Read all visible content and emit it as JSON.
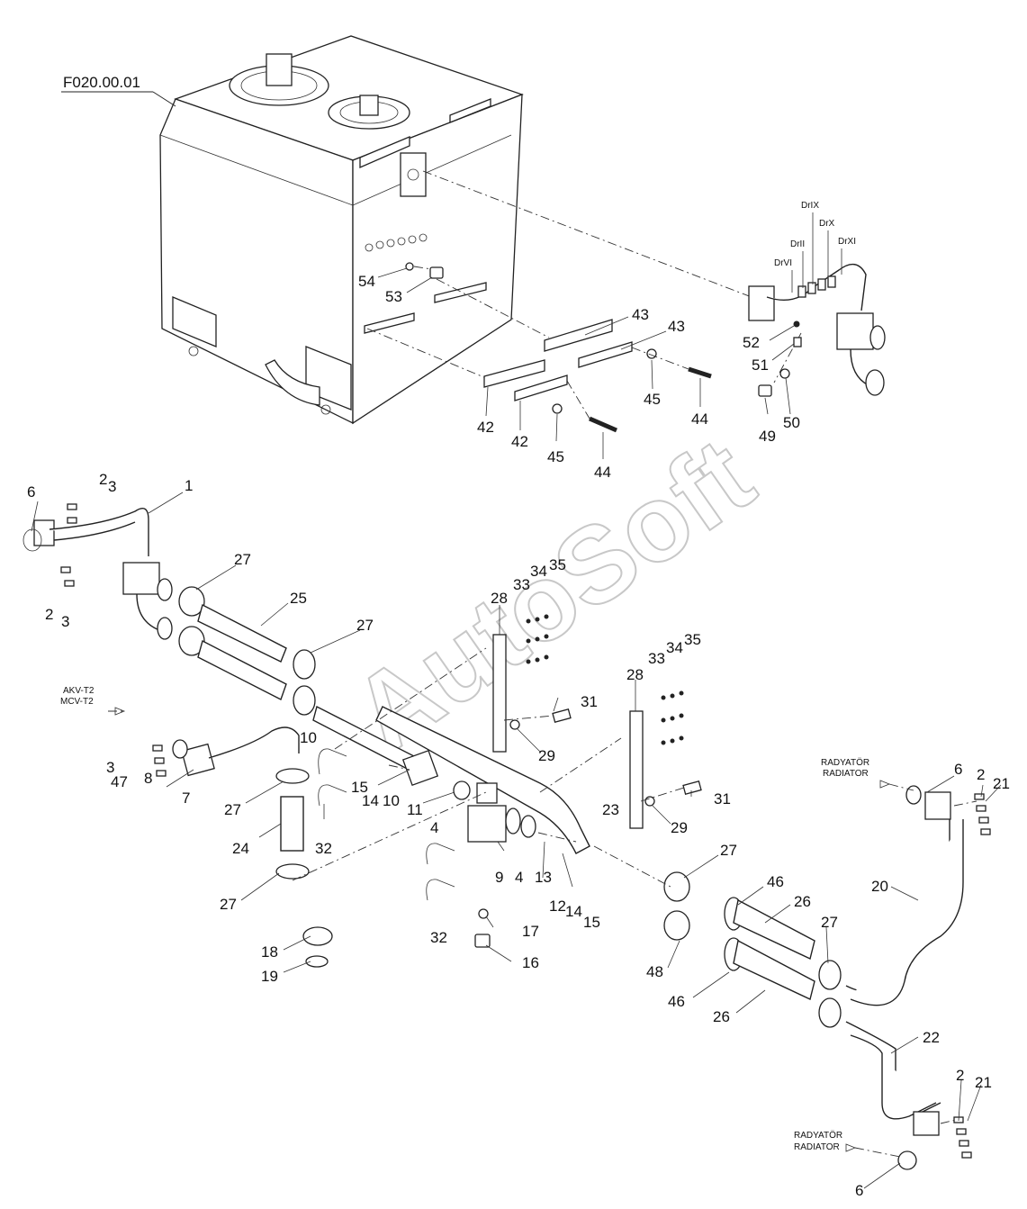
{
  "reference": "F020.00.01",
  "watermark": "AutoSoft",
  "small_labels": {
    "drix": "DrIX",
    "drii": "DrII",
    "drx": "DrX",
    "drxi": "DrXI",
    "drvi": "DrVI",
    "akv": "AKV-T2",
    "mcv": "MCV-T2",
    "radyator_tr": "RADYATÖR",
    "radiator_en": "RADIATOR"
  },
  "callouts": [
    {
      "id": "c54",
      "text": "54"
    },
    {
      "id": "c53",
      "text": "53"
    },
    {
      "id": "c43a",
      "text": "43"
    },
    {
      "id": "c43b",
      "text": "43"
    },
    {
      "id": "c42a",
      "text": "42"
    },
    {
      "id": "c42b",
      "text": "42"
    },
    {
      "id": "c45a",
      "text": "45"
    },
    {
      "id": "c45b",
      "text": "45"
    },
    {
      "id": "c44a",
      "text": "44"
    },
    {
      "id": "c44b",
      "text": "44"
    },
    {
      "id": "c52",
      "text": "52"
    },
    {
      "id": "c51",
      "text": "51"
    },
    {
      "id": "c49",
      "text": "49"
    },
    {
      "id": "c50",
      "text": "50"
    },
    {
      "id": "c6a",
      "text": "6"
    },
    {
      "id": "c2a",
      "text": "2"
    },
    {
      "id": "c3a",
      "text": "3"
    },
    {
      "id": "c1",
      "text": "1"
    },
    {
      "id": "c2b",
      "text": "2"
    },
    {
      "id": "c3b",
      "text": "3"
    },
    {
      "id": "c27a",
      "text": "27"
    },
    {
      "id": "c25",
      "text": "25"
    },
    {
      "id": "c27b",
      "text": "27"
    },
    {
      "id": "c28a",
      "text": "28"
    },
    {
      "id": "c33a",
      "text": "33"
    },
    {
      "id": "c34a",
      "text": "34"
    },
    {
      "id": "c35a",
      "text": "35"
    },
    {
      "id": "c31a",
      "text": "31"
    },
    {
      "id": "c29a",
      "text": "29"
    },
    {
      "id": "c28b",
      "text": "28"
    },
    {
      "id": "c33b",
      "text": "33"
    },
    {
      "id": "c34b",
      "text": "34"
    },
    {
      "id": "c35b",
      "text": "35"
    },
    {
      "id": "c31b",
      "text": "31"
    },
    {
      "id": "c29b",
      "text": "29"
    },
    {
      "id": "c3c",
      "text": "3"
    },
    {
      "id": "c47",
      "text": "47"
    },
    {
      "id": "c8",
      "text": "8"
    },
    {
      "id": "c7",
      "text": "7"
    },
    {
      "id": "c10a",
      "text": "10"
    },
    {
      "id": "c15a",
      "text": "15"
    },
    {
      "id": "c14a",
      "text": "14"
    },
    {
      "id": "c10b",
      "text": "10"
    },
    {
      "id": "c11",
      "text": "11"
    },
    {
      "id": "c27c",
      "text": "27"
    },
    {
      "id": "c24",
      "text": "24"
    },
    {
      "id": "c32a",
      "text": "32"
    },
    {
      "id": "c27d",
      "text": "27"
    },
    {
      "id": "c4a",
      "text": "4"
    },
    {
      "id": "c9",
      "text": "9"
    },
    {
      "id": "c4b",
      "text": "4"
    },
    {
      "id": "c13",
      "text": "13"
    },
    {
      "id": "c12",
      "text": "12"
    },
    {
      "id": "c14b",
      "text": "14"
    },
    {
      "id": "c15b",
      "text": "15"
    },
    {
      "id": "c23",
      "text": "23"
    },
    {
      "id": "c32b",
      "text": "32"
    },
    {
      "id": "c17",
      "text": "17"
    },
    {
      "id": "c16",
      "text": "16"
    },
    {
      "id": "c18",
      "text": "18"
    },
    {
      "id": "c19",
      "text": "19"
    },
    {
      "id": "c27e",
      "text": "27"
    },
    {
      "id": "c46a",
      "text": "46"
    },
    {
      "id": "c26a",
      "text": "26"
    },
    {
      "id": "c27f",
      "text": "27"
    },
    {
      "id": "c48",
      "text": "48"
    },
    {
      "id": "c46b",
      "text": "46"
    },
    {
      "id": "c26b",
      "text": "26"
    },
    {
      "id": "c6b",
      "text": "6"
    },
    {
      "id": "c2c",
      "text": "2"
    },
    {
      "id": "c21a",
      "text": "21"
    },
    {
      "id": "c20",
      "text": "20"
    },
    {
      "id": "c22",
      "text": "22"
    },
    {
      "id": "c2d",
      "text": "2"
    },
    {
      "id": "c21b",
      "text": "21"
    },
    {
      "id": "c6c",
      "text": "6"
    }
  ]
}
